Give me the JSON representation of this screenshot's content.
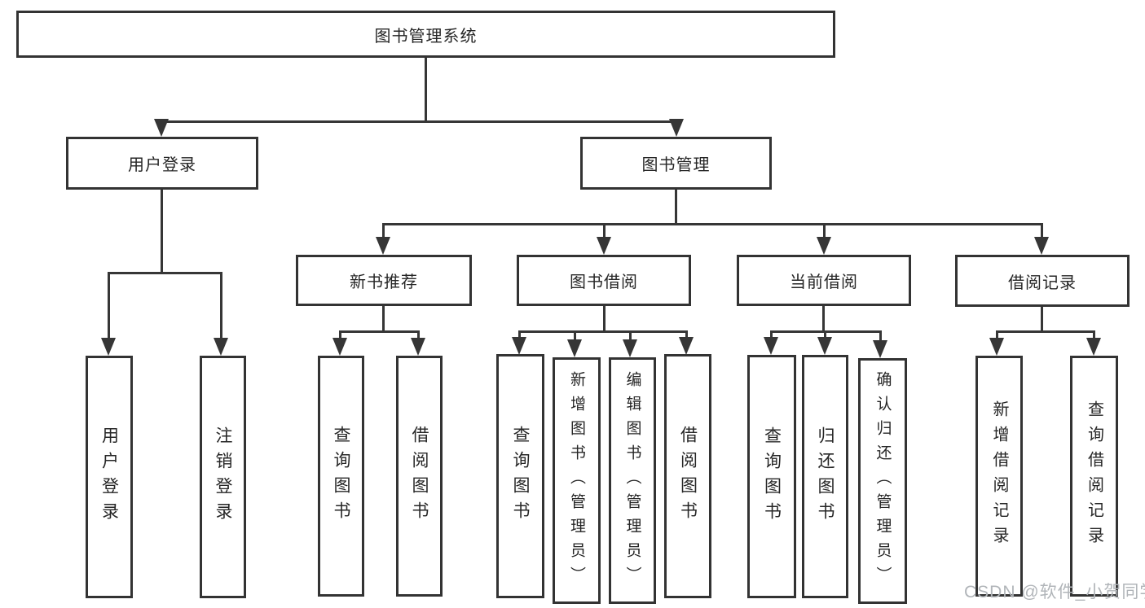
{
  "diagram": {
    "root": {
      "label": "图书管理系统"
    },
    "level2": [
      {
        "label": "用户登录"
      },
      {
        "label": "图书管理"
      }
    ],
    "level3": [
      {
        "label": "新书推荐"
      },
      {
        "label": "图书借阅"
      },
      {
        "label": "当前借阅"
      },
      {
        "label": "借阅记录"
      }
    ],
    "leaves": {
      "user_login": [
        {
          "label": "用户登录"
        },
        {
          "label": "注销登录"
        }
      ],
      "new_book_recommend": [
        {
          "label": "查询图书"
        },
        {
          "label": "借阅图书"
        }
      ],
      "book_borrow": [
        {
          "label": "查询图书"
        },
        {
          "label": "新增图书（管理员）"
        },
        {
          "label": "编辑图书（管理员）"
        },
        {
          "label": "借阅图书"
        }
      ],
      "current_borrow": [
        {
          "label": "查询图书"
        },
        {
          "label": "归还图书"
        },
        {
          "label": "确认归还（管理员）"
        }
      ],
      "borrow_records": [
        {
          "label": "新增借阅记录"
        },
        {
          "label": "查询借阅记录"
        }
      ]
    },
    "colors": {
      "line": "#363636",
      "border": "#333333",
      "text": "#262626",
      "background": "#ffffff"
    }
  },
  "watermark": {
    "text": "CSDN @软件_小贺同学",
    "color": "#b1b5b9"
  }
}
